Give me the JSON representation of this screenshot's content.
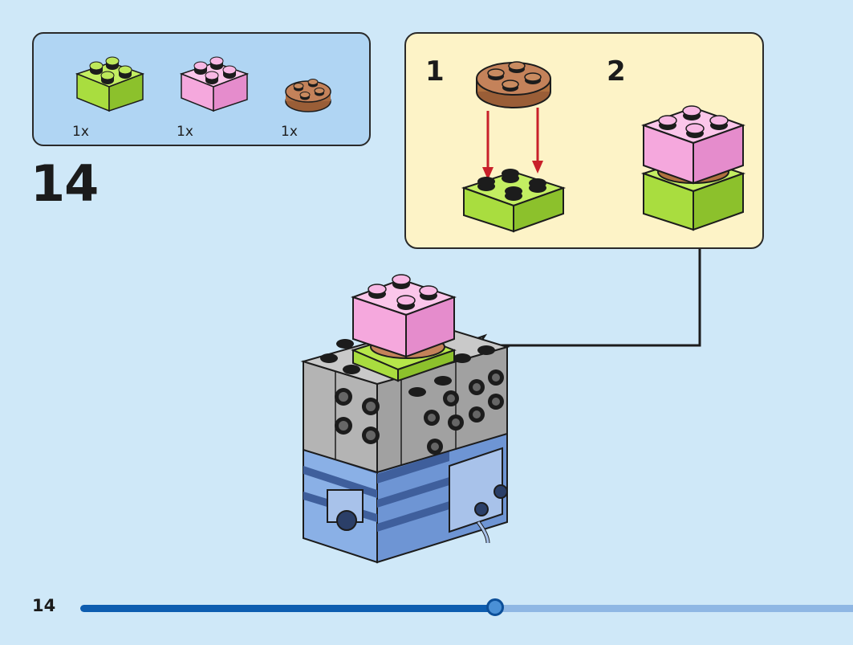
{
  "parts": [
    {
      "name": "lime-brick-2x2",
      "color": "#a9dd3f",
      "quantity": "1x"
    },
    {
      "name": "pink-brick-2x2",
      "color": "#f5a8dd",
      "quantity": "1x"
    },
    {
      "name": "brown-round-plate-2x2",
      "color": "#b9764a",
      "quantity": "1x"
    }
  ],
  "step": {
    "number": "14"
  },
  "substeps": [
    {
      "label": "1"
    },
    {
      "label": "2"
    }
  ],
  "colors": {
    "background": "#cfe8f8",
    "parts_panel": "#b0d5f3",
    "substep_panel": "#fdf3c7",
    "lime": "#a9dd3f",
    "pink": "#f5a8dd",
    "brown": "#b9764a",
    "gray": "#a6a6a6",
    "blue_light": "#8ab0e6",
    "blue_dark": "#3f5f9c",
    "arrow_red": "#c8202a",
    "progress_fill": "#0d5db0",
    "progress_track": "#8fb7e4"
  },
  "page": {
    "number": "14",
    "progress_fraction": 0.537
  }
}
